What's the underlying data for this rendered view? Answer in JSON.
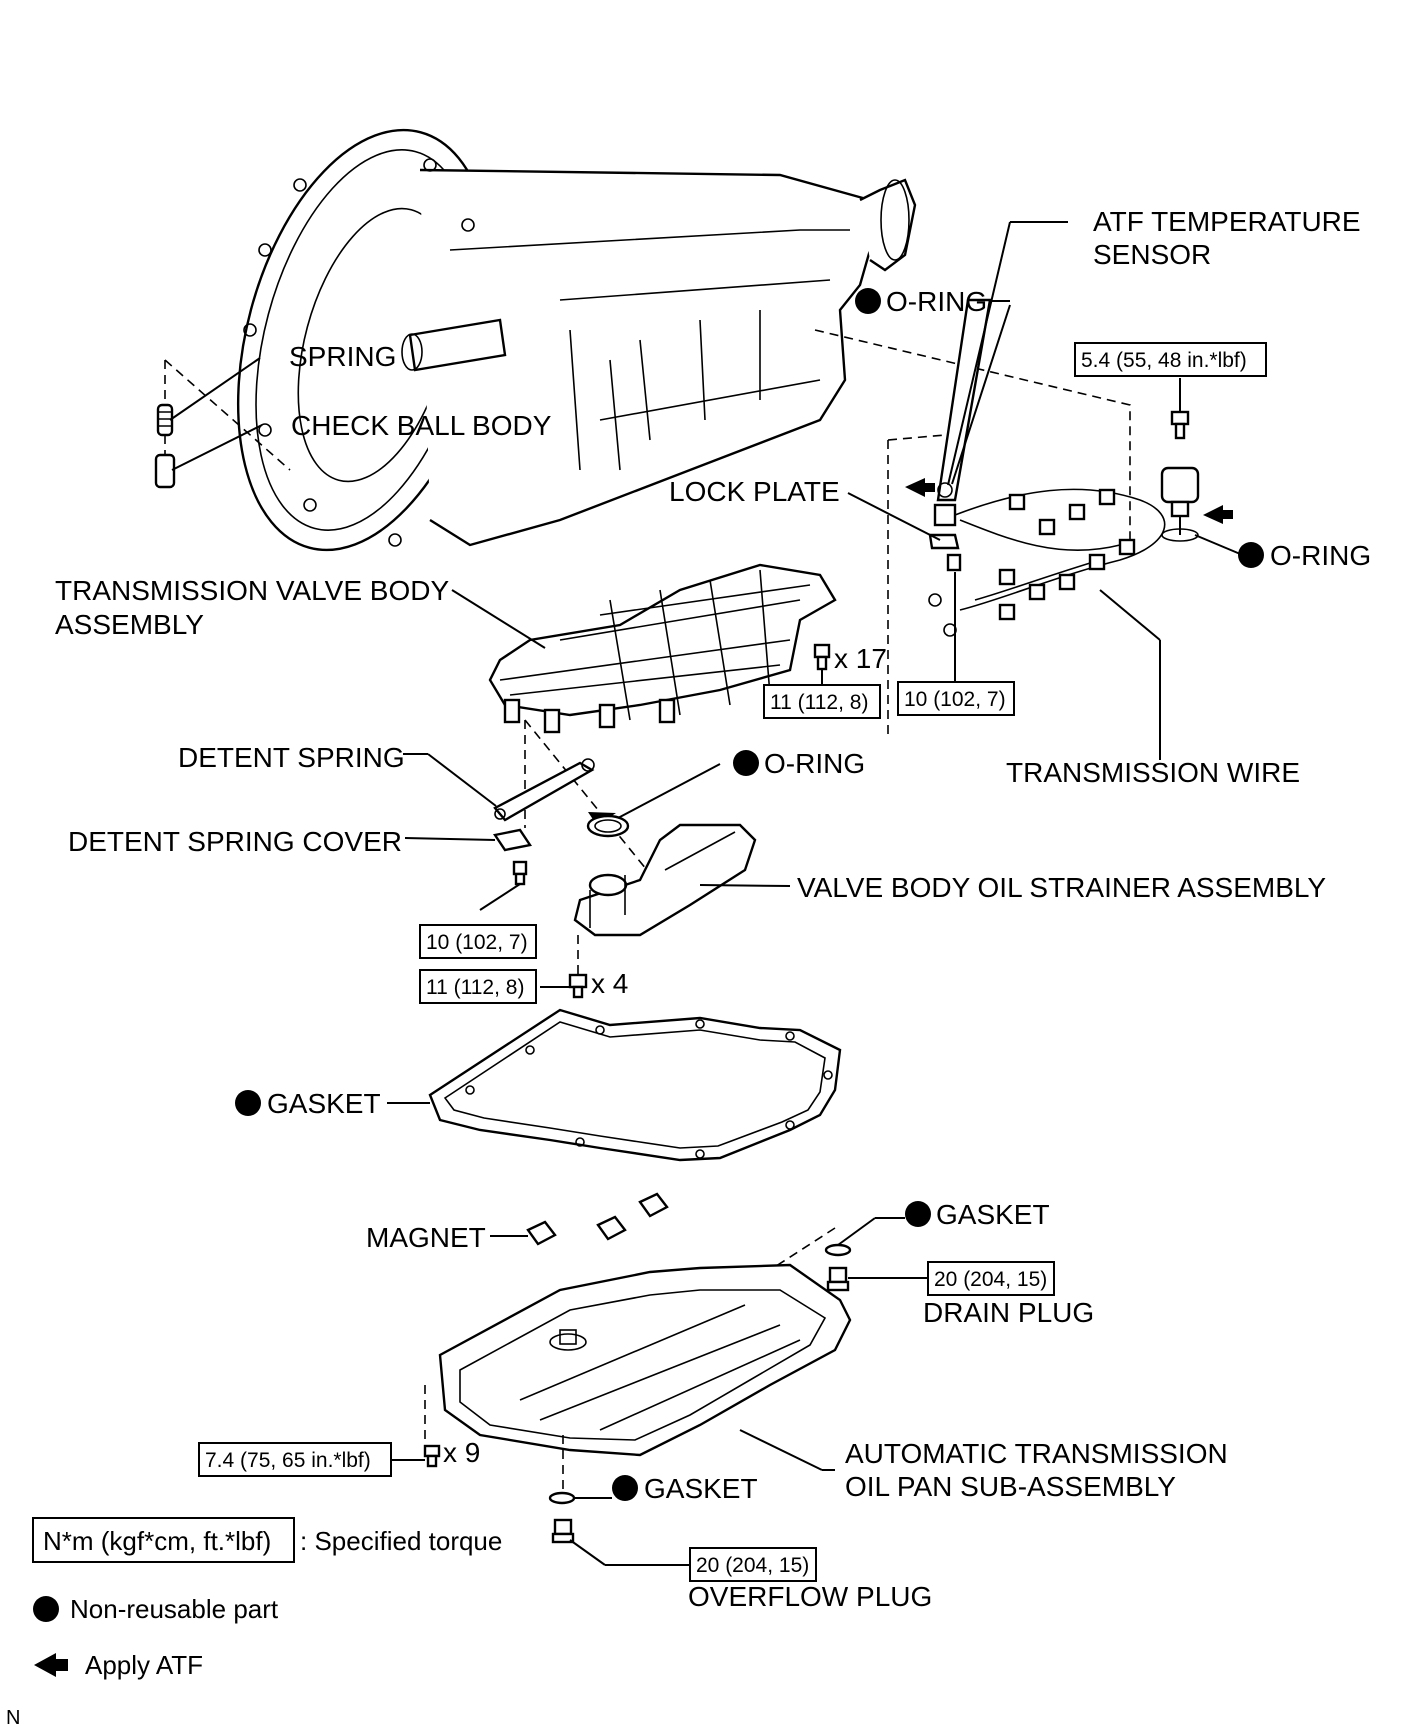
{
  "labels": {
    "atf_temp_sensor_1": "ATF TEMPERATURE",
    "atf_temp_sensor_2": "SENSOR",
    "o_ring_top": "O-RING",
    "spring": "SPRING",
    "check_ball_body": "CHECK BALL BODY",
    "lock_plate": "LOCK PLATE",
    "o_ring_right": "O-RING",
    "valve_body_1": "TRANSMISSION VALVE BODY",
    "valve_body_2": "ASSEMBLY",
    "qty_17": "x 17",
    "transmission_wire": "TRANSMISSION WIRE",
    "detent_spring": "DETENT SPRING",
    "o_ring_mid": "O-RING",
    "detent_spring_cover": "DETENT SPRING COVER",
    "oil_strainer": "VALVE BODY OIL STRAINER ASSEMBLY",
    "qty_4": "x 4",
    "gasket_pan": "GASKET",
    "gasket_drain": "GASKET",
    "magnet": "MAGNET",
    "drain_plug": "DRAIN PLUG",
    "oil_pan_1": "AUTOMATIC TRANSMISSION",
    "oil_pan_2": "OIL PAN SUB-ASSEMBLY",
    "qty_9": "x 9",
    "gasket_overflow": "GASKET",
    "overflow_plug": "OVERFLOW PLUG"
  },
  "torques": {
    "sensor_bolt": "5.4 (55, 48 in.*lbf)",
    "valve_body_bolts": "11 (112, 8)",
    "lock_plate_bolt": "10 (102, 7)",
    "detent_bolt": "10 (102, 7)",
    "strainer_bolts": "11 (112, 8)",
    "drain_plug": "20 (204, 15)",
    "pan_bolts": "7.4 (75, 65 in.*lbf)",
    "overflow_plug": "20 (204, 15)"
  },
  "legend": {
    "torque_key": "N*m (kgf*cm, ft.*lbf)",
    "torque_desc": ": Specified torque",
    "nonreusable": "Non-reusable part",
    "apply_atf": "Apply ATF"
  },
  "corner_mark": "N",
  "icons": {
    "nonreusable": "filled-circle-icon",
    "apply_atf": "left-arrow-icon"
  },
  "colors": {
    "ink": "#000000",
    "paper": "#ffffff"
  }
}
